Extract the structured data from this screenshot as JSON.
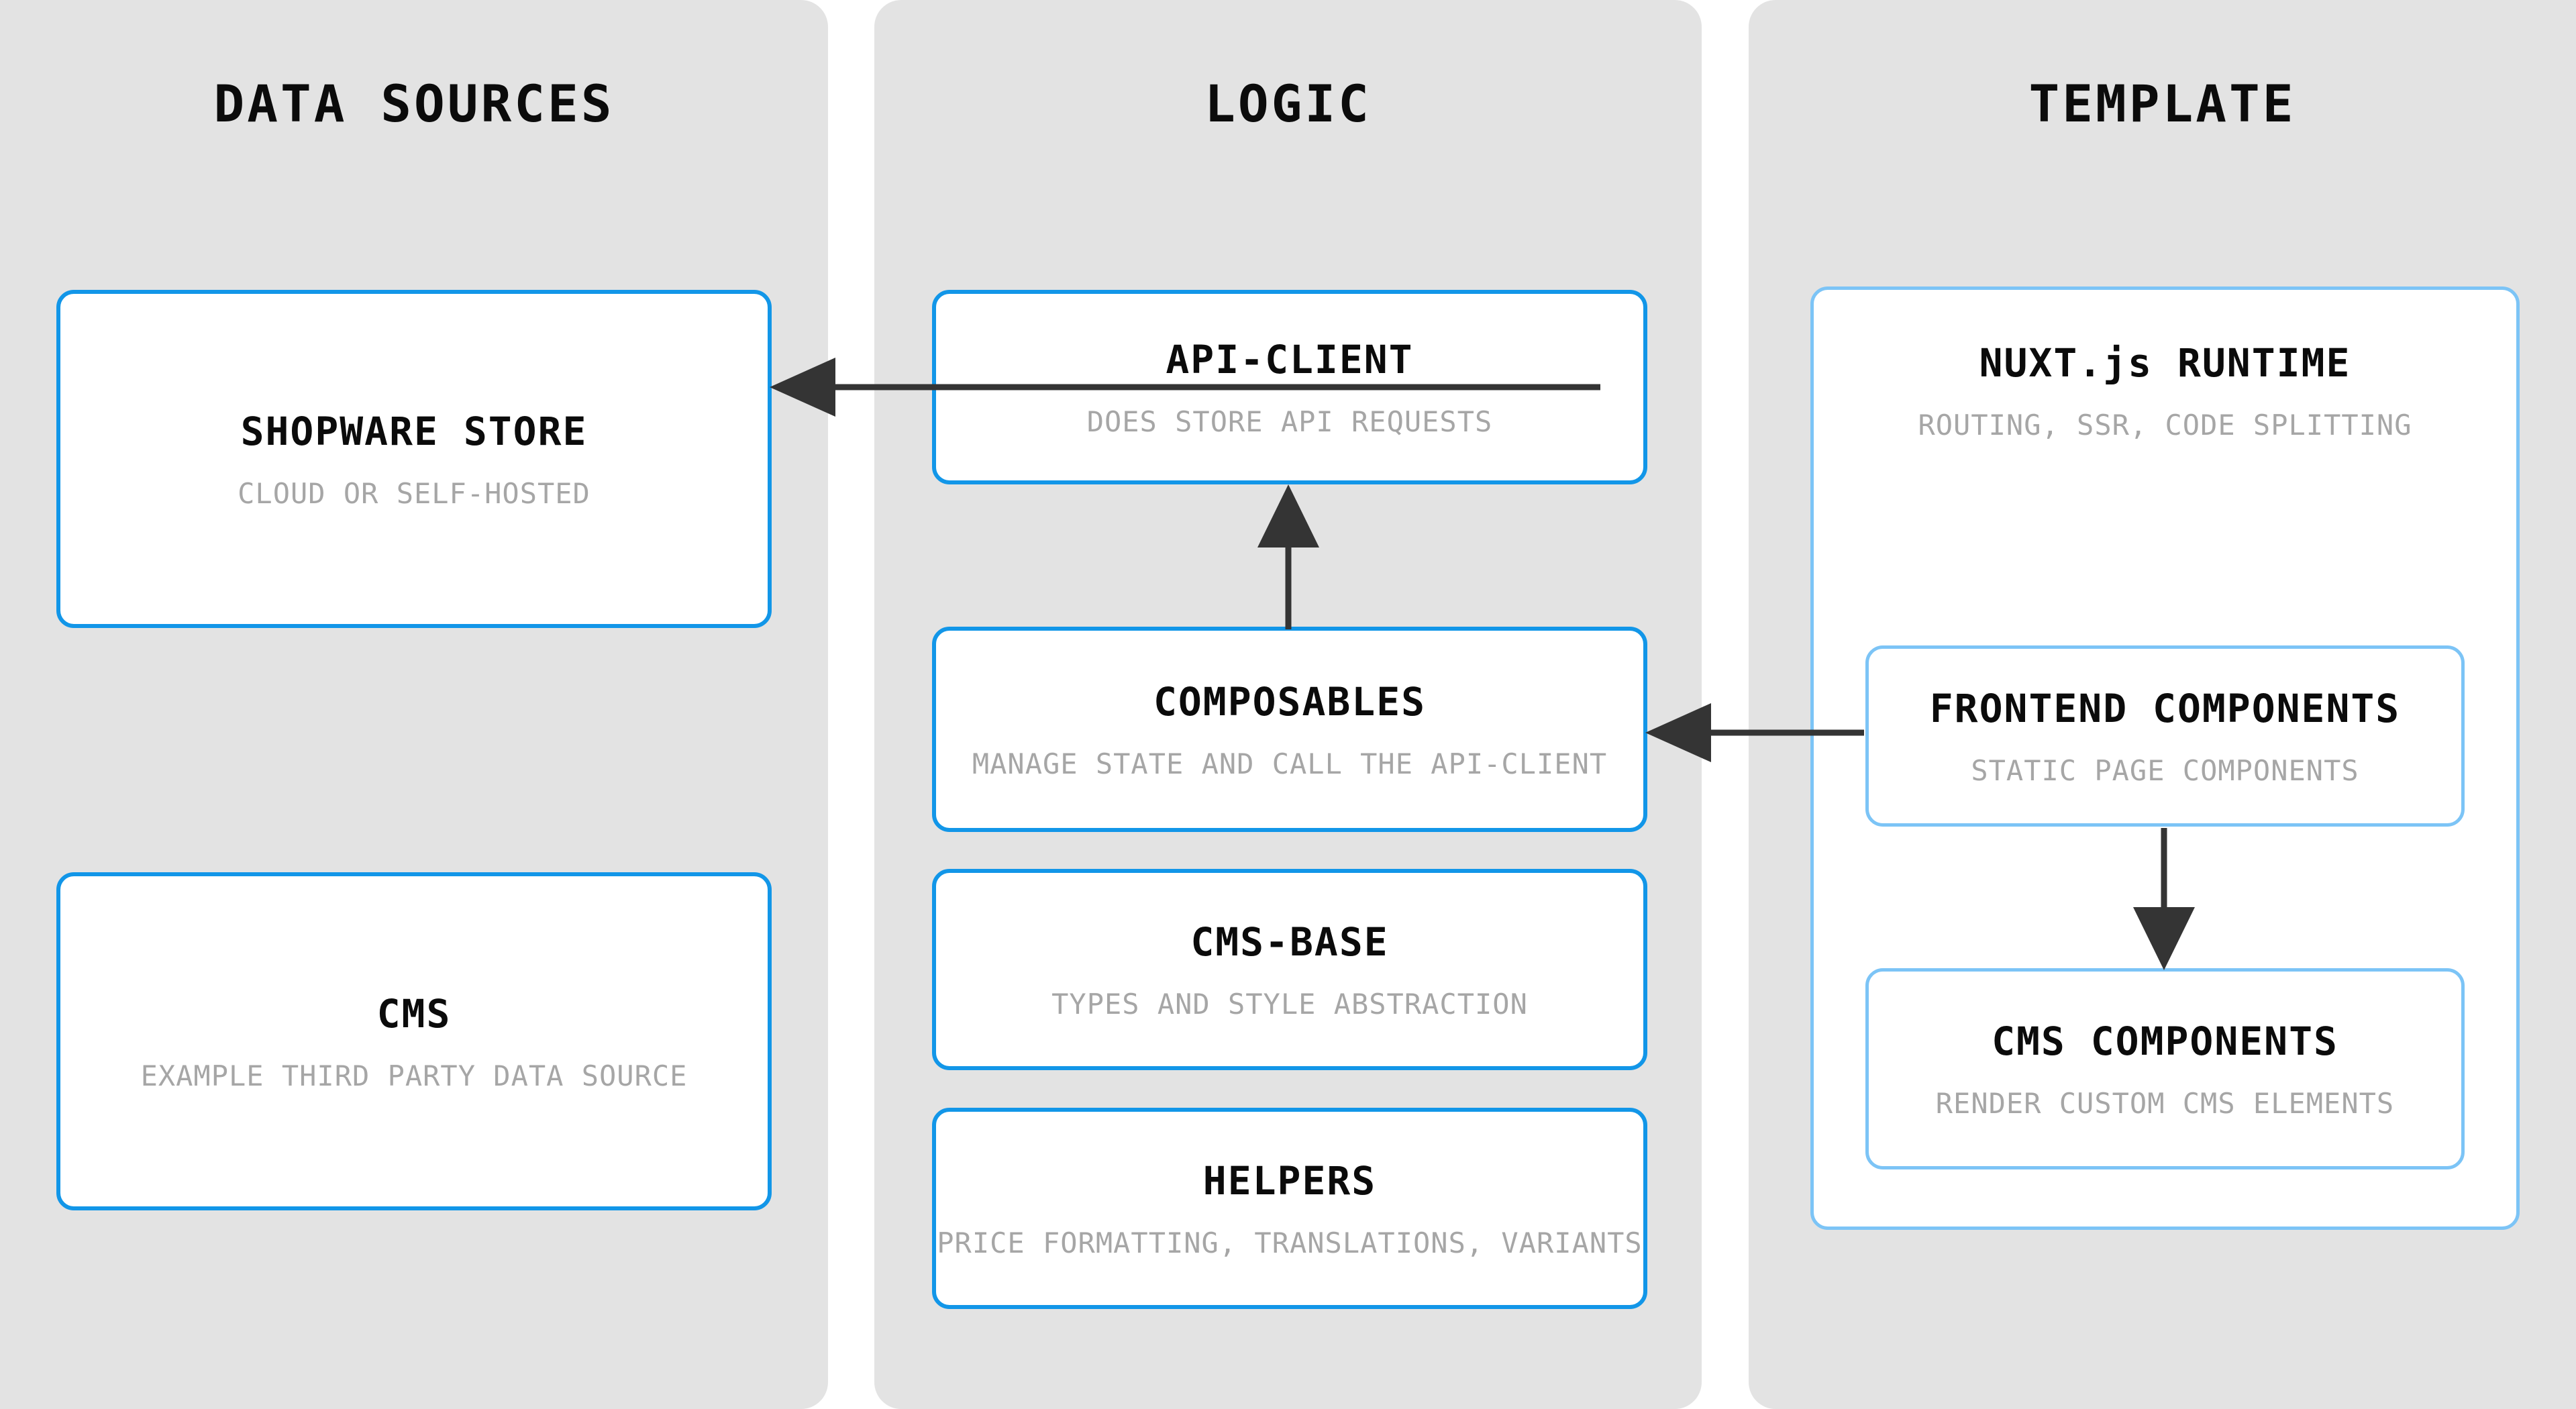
{
  "diagram": {
    "title": "Shopware Nuxt Architecture",
    "background_color": "#ffffff",
    "panel_color": "#e3e3e3",
    "accent_blue": "#1296e8",
    "accent_blue_light": "#7cc4f6",
    "muted_text_color": "#a6a6a6",
    "arrow_color": "#343434"
  },
  "columns": [
    {
      "id": "data-sources",
      "title": "DATA SOURCES",
      "cards": [
        {
          "id": "shopware-store",
          "title": "SHOPWARE STORE",
          "subtitle": "CLOUD OR SELF-HOSTED"
        },
        {
          "id": "cms",
          "title": "CMS",
          "subtitle": "EXAMPLE THIRD PARTY DATA SOURCE"
        }
      ]
    },
    {
      "id": "logic",
      "title": "LOGIC",
      "cards": [
        {
          "id": "api-client",
          "title": "API-CLIENT",
          "subtitle": "DOES STORE API REQUESTS"
        },
        {
          "id": "composables",
          "title": "COMPOSABLES",
          "subtitle": "MANAGE STATE AND CALL THE API-CLIENT"
        },
        {
          "id": "cms-base",
          "title": "CMS-BASE",
          "subtitle": "TYPES AND STYLE ABSTRACTION"
        },
        {
          "id": "helpers",
          "title": "HELPERS",
          "subtitle": "PRICE FORMATTING, TRANSLATIONS, VARIANTS"
        }
      ]
    },
    {
      "id": "template",
      "title": "TEMPLATE",
      "cards": [
        {
          "id": "nuxt-runtime",
          "title": "NUXT.js RUNTIME",
          "subtitle": "ROUTING, SSR, CODE SPLITTING"
        },
        {
          "id": "frontend-components",
          "title": "FRONTEND COMPONENTS",
          "subtitle": "STATIC PAGE COMPONENTS"
        },
        {
          "id": "cms-components",
          "title": "CMS COMPONENTS",
          "subtitle": "RENDER CUSTOM CMS ELEMENTS"
        }
      ]
    }
  ],
  "connections": [
    {
      "id": "api-client-to-shopware-store",
      "from": "api-client",
      "to": "shopware-store",
      "direction": "left"
    },
    {
      "id": "composables-to-api-client",
      "from": "composables",
      "to": "api-client",
      "direction": "up"
    },
    {
      "id": "frontend-components-to-composables",
      "from": "frontend-components",
      "to": "composables",
      "direction": "left"
    },
    {
      "id": "frontend-components-to-cms-components",
      "from": "frontend-components",
      "to": "cms-components",
      "direction": "down"
    }
  ]
}
